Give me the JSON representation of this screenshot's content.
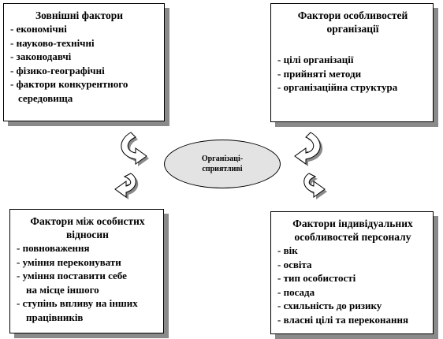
{
  "center": {
    "line1": "Організаці-",
    "line2": "сприятливі"
  },
  "top_left": {
    "title": "Зовнішні фактори",
    "items": [
      "економічні",
      "науково-технічні",
      "законодавчі",
      "фізико-географічні",
      "фактори конкурентного"
    ],
    "continuation": "середовища"
  },
  "top_right": {
    "title_line1": "Фактори особливостей",
    "title_line2": "організації",
    "items": [
      "цілі організації",
      "прийняті методи",
      "організаційна структура"
    ]
  },
  "bottom_left": {
    "title_line1": "Фактори між особистих",
    "title_line2": "відносин",
    "items": [
      "повноваження",
      "уміння переконувати",
      "уміння поставити себе",
      "ступінь впливу на інших"
    ],
    "continuation_3": "на місце іншого",
    "continuation_4": "працівників"
  },
  "bottom_right": {
    "title_line1": "Фактори індивідуальних",
    "title_line2": "особливостей персоналу",
    "items": [
      "вік",
      "освіта",
      "тип особистості",
      "посада",
      "схильність до ризику",
      "власні цілі та переконання"
    ]
  },
  "arrow_color": "#ffffff",
  "shadow_color": "#8a8a8a"
}
